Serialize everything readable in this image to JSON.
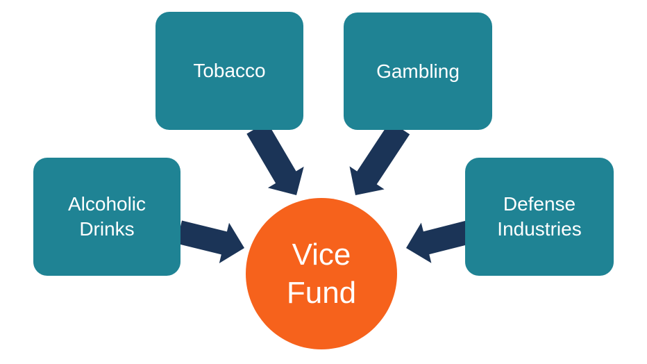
{
  "diagram": {
    "title": "Vice Fund investment sectors diagram",
    "center": {
      "id": "vice-fund",
      "label": "Vice Fund",
      "lines": [
        "Vice",
        "Fund"
      ]
    },
    "nodes": [
      {
        "id": "alcoholic-drinks",
        "label": "Alcoholic Drinks",
        "lines": [
          "Alcoholic",
          "Drinks"
        ]
      },
      {
        "id": "tobacco",
        "label": "Tobacco",
        "lines": [
          "Tobacco"
        ]
      },
      {
        "id": "gambling",
        "label": "Gambling",
        "lines": [
          "Gambling"
        ]
      },
      {
        "id": "defense-industries",
        "label": "Defense Industries",
        "lines": [
          "Defense",
          "Industries"
        ]
      }
    ],
    "arrows": [
      {
        "from": "alcoholic-drinks",
        "to": "vice-fund"
      },
      {
        "from": "tobacco",
        "to": "vice-fund"
      },
      {
        "from": "gambling",
        "to": "vice-fund"
      },
      {
        "from": "defense-industries",
        "to": "vice-fund"
      }
    ],
    "colors": {
      "node_fill": "#1F8394",
      "center_fill": "#F6621C",
      "arrow": "#1B3457",
      "text": "#FFFFFF",
      "background": "#FFFFFF"
    }
  }
}
